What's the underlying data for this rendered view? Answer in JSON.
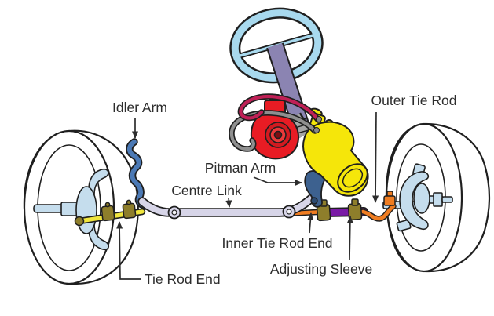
{
  "diagram": {
    "labels": {
      "idler_arm": "Idler Arm",
      "outer_tie_rod": "Outer Tie Rod",
      "pitman_arm": "Pitman Arm",
      "centre_link": "Centre Link",
      "inner_tie_rod_end": "Inner Tie Rod End",
      "adjusting_sleeve": "Adjusting Sleeve",
      "tie_rod_end": "Tie Rod End"
    },
    "colors": {
      "steering_wheel": "#a8d9ee",
      "steering_column": "#8b84b2",
      "power_steering_pump": "#e81c24",
      "pressure_hose": "#bf2056",
      "return_hose": "#8f8f8f",
      "steering_gear": "#f5e60a",
      "pitman_arm": "#3d618f",
      "idler_arm": "#4b79b5",
      "centre_link": "#d7d5e8",
      "tie_rod": "#f0e63e",
      "olive_clamp": "#8e7e2b",
      "inner_tie_rod": "#f07d21",
      "adjusting_sleeve": "#7a1ba6",
      "knuckle": "#c5dded",
      "outline": "#1f1f1f",
      "label_text": "#2d2d2d"
    }
  }
}
